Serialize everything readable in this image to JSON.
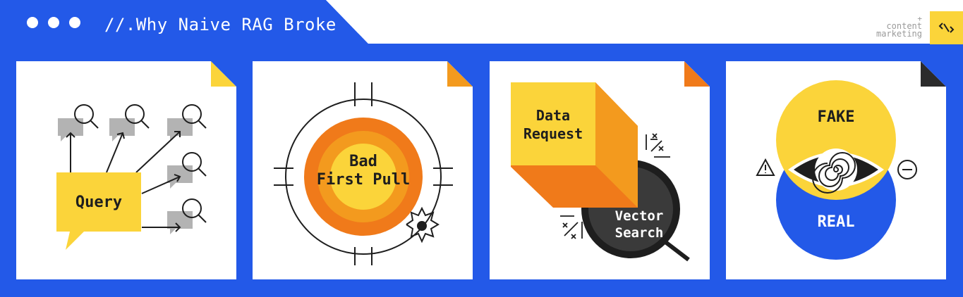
{
  "header": {
    "title": "//.Why Naive RAG Broke",
    "window_dots": [
      "dot",
      "dot",
      "dot"
    ]
  },
  "brand": {
    "plus": "+",
    "line1": "content",
    "line2": "marketing",
    "badge_icon": "chevron-brackets-icon"
  },
  "panels": [
    {
      "corner_color": "#fbd43a",
      "label": "Query",
      "icons": [
        "magnifier-icon",
        "magnifier-icon",
        "magnifier-icon",
        "magnifier-icon",
        "magnifier-icon"
      ]
    },
    {
      "corner_color": "#f39a1e",
      "label_line1": "Bad",
      "label_line2": "First Pull",
      "icons": [
        "crosshair-icon",
        "explosion-icon"
      ]
    },
    {
      "corner_color": "#f07a1a",
      "label_cube_line1": "Data",
      "label_cube_line2": "Request",
      "label_search_line1": "Vector",
      "label_search_line2": "Search",
      "icons": [
        "math-symbols-icon",
        "magnifier-icon"
      ]
    },
    {
      "corner_color": "#2b2b2b",
      "label_top": "FAKE",
      "label_bottom": "REAL",
      "icons": [
        "warning-icon",
        "eye-spiral-icon",
        "no-entry-icon"
      ]
    }
  ],
  "colors": {
    "blue": "#2359e8",
    "yellow": "#fbd43a",
    "orange": "#f07a1a",
    "light_orange": "#f39a1e",
    "dark": "#2b2b2b",
    "grey": "#b3b3b3"
  }
}
